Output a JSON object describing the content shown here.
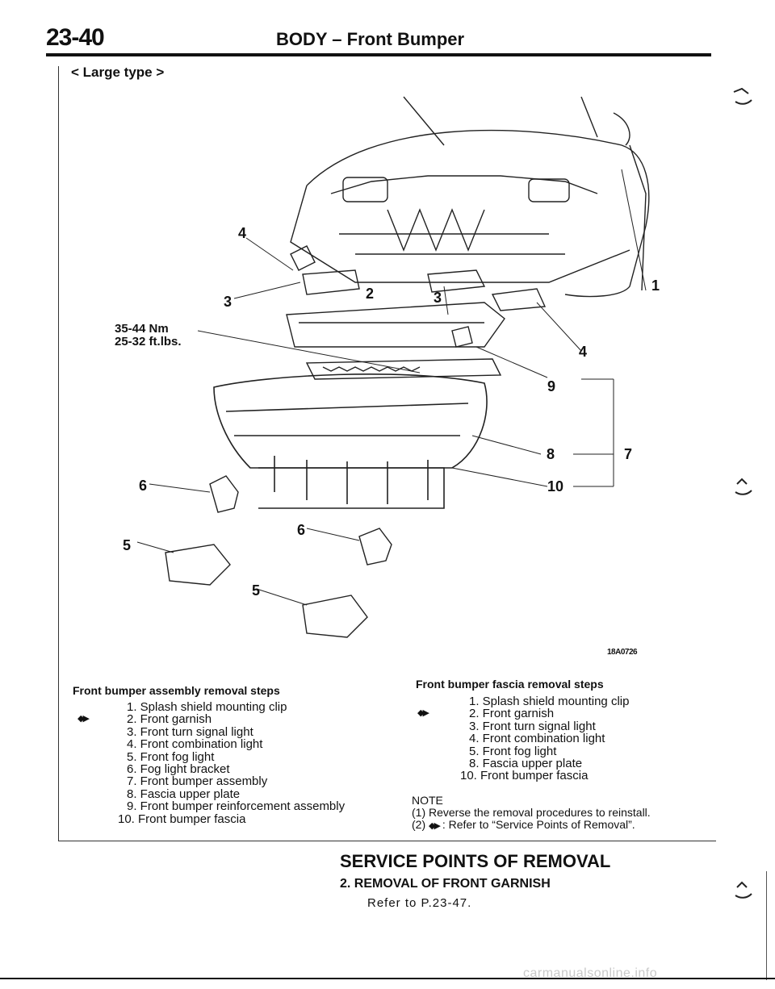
{
  "header": {
    "page_number": "23-40",
    "title": "BODY – Front Bumper"
  },
  "subheading": "< Large type >",
  "figure": {
    "torque_nm": "35-44 Nm",
    "torque_ftlbs": "25-32 ft.lbs.",
    "callouts": [
      "4",
      "3",
      "2",
      "3",
      "1",
      "4",
      "9",
      "8",
      "7",
      "10",
      "6",
      "5",
      "6",
      "5"
    ],
    "figure_code": "18A0726"
  },
  "assembly_steps": {
    "title": "Front bumper assembly removal steps",
    "marker": "◆▶",
    "items": [
      "1. Splash shield mounting clip",
      "2. Front garnish",
      "3. Front turn signal light",
      "4. Front combination light",
      "5. Front fog light",
      "6. Fog light bracket",
      "7. Front bumper assembly",
      "8. Fascia upper plate",
      "9. Front bumper reinforcement assembly",
      "10. Front bumper fascia"
    ]
  },
  "fascia_steps": {
    "title": "Front bumper fascia removal steps",
    "marker": "◆▶",
    "items": [
      "1. Splash shield mounting clip",
      "2. Front garnish",
      "3. Front turn signal light",
      "4. Front combination light",
      "5. Front fog light",
      "8. Fascia upper plate",
      "10. Front bumper fascia"
    ]
  },
  "note": {
    "label": "NOTE",
    "line1": "(1) Reverse the removal procedures to reinstall.",
    "line2_prefix": "(2)",
    "line2_marker": "◆▶",
    "line2_text": ": Refer to “Service Points of Removal”."
  },
  "service": {
    "title": "SERVICE POINTS OF REMOVAL",
    "subtitle": "2. REMOVAL OF FRONT GARNISH",
    "reference": "Refer to P.23-47."
  },
  "watermark": "carmanualsonline.info"
}
